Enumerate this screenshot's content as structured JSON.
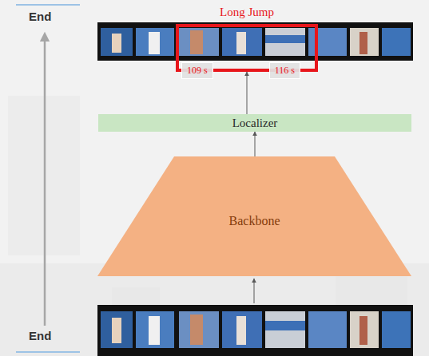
{
  "diagram": {
    "nodes": [
      {
        "text": [
          "Long Jump",
          "109 s",
          "116 s"
        ]
      },
      {
        "text": [
          "Localizer"
        ]
      },
      {
        "text": [
          "Backbone"
        ]
      }
    ],
    "edges": [
      {
        "from": 2,
        "to": 1,
        "arrow": "to"
      },
      {
        "from": 1,
        "to": 0,
        "arrow": "to"
      }
    ],
    "labels": [
      "End",
      "End"
    ]
  }
}
